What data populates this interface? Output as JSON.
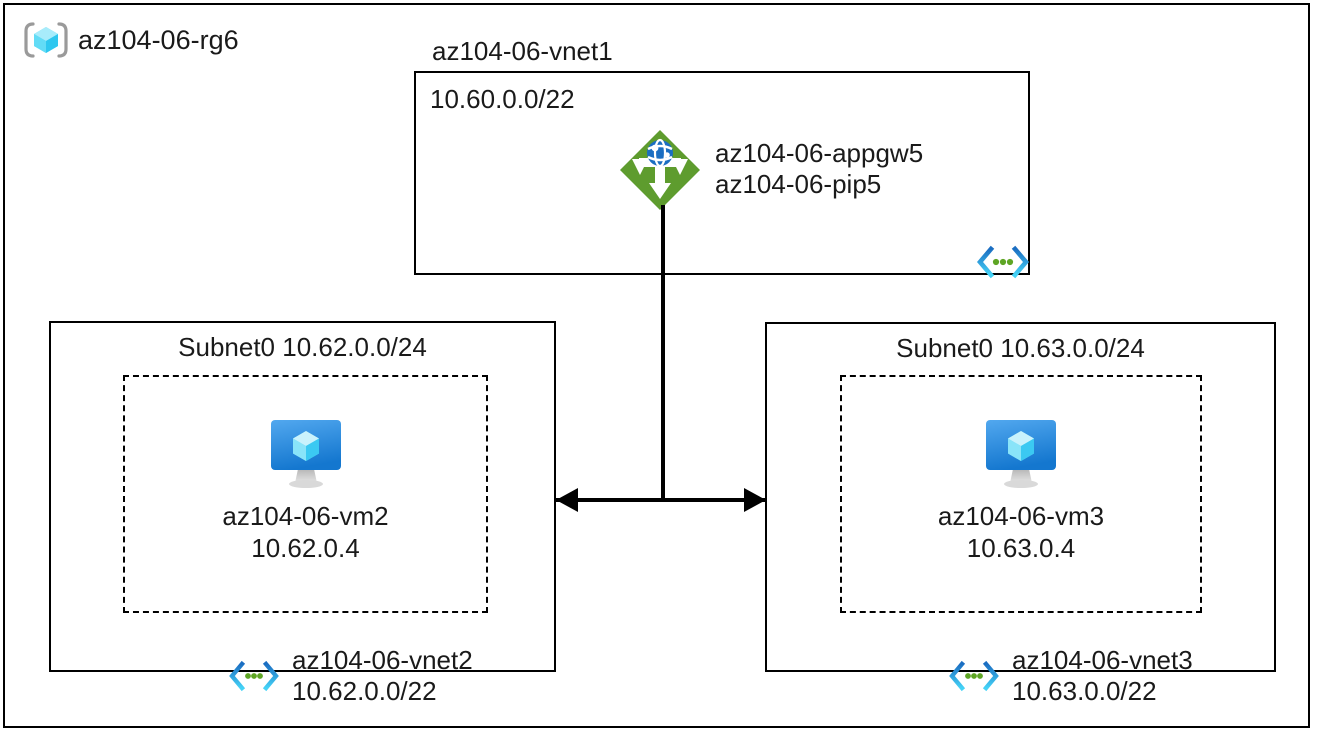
{
  "diagram": {
    "resource_group": {
      "icon": "resource-group-cube-icon",
      "name": "az104-06-rg6"
    },
    "vnet1": {
      "title": "az104-06-vnet1",
      "cidr": "10.60.0.0/22",
      "corner_icon": "virtual-network-icon",
      "gateway": {
        "icon": "application-gateway-icon",
        "line1": "az104-06-appgw5",
        "line2": "az104-06-pip5"
      }
    },
    "subnets": [
      {
        "title": "Subnet0 10.62.0.0/24",
        "vm": {
          "icon": "virtual-machine-icon",
          "name": "az104-06-vm2",
          "ip": "10.62.0.4"
        },
        "vnet": {
          "icon": "virtual-network-icon",
          "name": "az104-06-vnet2",
          "cidr": "10.62.0.0/22"
        }
      },
      {
        "title": "Subnet0 10.63.0.0/24",
        "vm": {
          "icon": "virtual-machine-icon",
          "name": "az104-06-vm3",
          "ip": "10.63.0.4"
        },
        "vnet": {
          "icon": "virtual-network-icon",
          "name": "az104-06-vnet3",
          "cidr": "10.63.0.0/22"
        }
      }
    ],
    "connector": {
      "type": "bidirectional-arrow",
      "icon": "peering-arrow-icon"
    },
    "colors": {
      "border": "#000000",
      "text": "#1a1a1a",
      "gateway_green": "#5e9c2e",
      "vm_blue": "#1f8ae0",
      "cube_cyan": "#7fdcf7",
      "vnet_bracket_blue": "#1b6ec2",
      "vnet_bracket_cyan": "#32c5f4",
      "vnet_dot_green": "#5ea524",
      "rg_bracket_gray": "#9a9a9a"
    }
  }
}
